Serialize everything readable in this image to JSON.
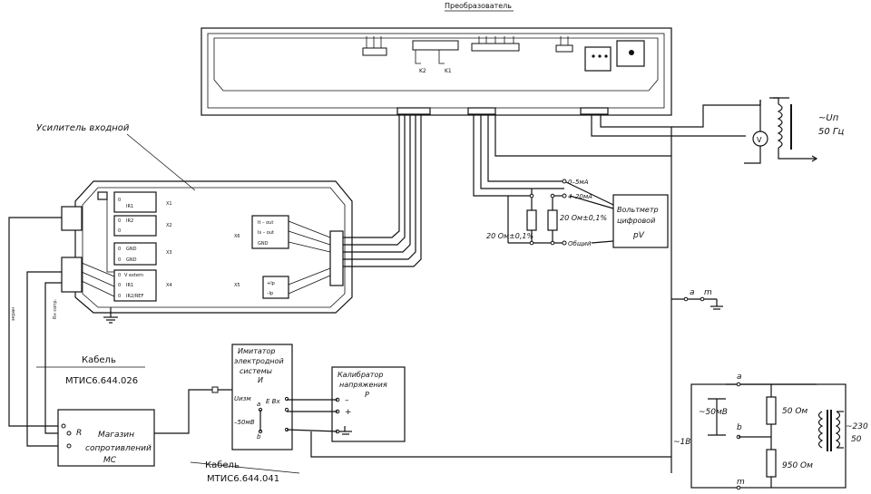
{
  "converter": {
    "title": "Преобразователь",
    "labels": [
      "K2",
      "K1"
    ]
  },
  "amplifier": {
    "title": "Усилитель входной",
    "rows": [
      {
        "a": "0",
        "b": "IR1"
      },
      {
        "a": "0",
        "b": "IR2"
      },
      {
        "a": "0",
        "b": "0"
      },
      {
        "a": "0",
        "b": "GND"
      },
      {
        "a": "0",
        "b": "GND"
      },
      {
        "a": "0",
        "b": "V extern"
      },
      {
        "a": "0",
        "b": "IR1"
      },
      {
        "a": "0",
        "b": "IR2/REF"
      }
    ],
    "connectors": [
      "X1",
      "X2",
      "X3",
      "X4",
      "X5",
      "X6"
    ],
    "x6_pins": [
      "It – out",
      "Is – out",
      "GND"
    ],
    "x5_pins": [
      "+Ip",
      "–Ip"
    ]
  },
  "voltmeter": {
    "title_line1": "Вольтметр",
    "title_line2": "цифровой",
    "label": "pV",
    "inputs": [
      "0–5мА",
      "4–20мА",
      "Общий"
    ]
  },
  "resistors": {
    "r1": "20 Ом±0,1%",
    "r2": "20 Ом±0,1%"
  },
  "supply": {
    "label1": "~Uп",
    "label2": "50 Гц",
    "meter": "V"
  },
  "terminals_right": {
    "a": "a",
    "m": "m"
  },
  "cable1": {
    "line1": "Кабель",
    "line2": "МТИС6.644.026"
  },
  "cable2": {
    "line1": "Кабель",
    "line2": "МТИС6.644.041"
  },
  "vertical_labels": {
    "left": "экран",
    "mid": "Rн сопр."
  },
  "imitator": {
    "title_line1": "Имитатор",
    "title_line2": "электродной",
    "title_line3": "системы",
    "label": "И",
    "in1": "Uизм",
    "in2": "–50мВ",
    "in3": "Е Вх",
    "a": "a",
    "b": "b"
  },
  "calibrator": {
    "title_line1": "Калибратор",
    "title_line2": "напряжения",
    "label": "Р",
    "minus": "–",
    "plus": "+"
  },
  "resistance_box": {
    "r": "R",
    "title_line1": "Магазин",
    "title_line2": "сопротивлений",
    "label": "МС"
  },
  "divider": {
    "a": "a",
    "b": "b",
    "m": "m",
    "v50": "~50мВ",
    "v1": "~1В",
    "r1": "50 Ом",
    "r2": "950 Ом",
    "mains1": "~230",
    "mains2": "50"
  }
}
